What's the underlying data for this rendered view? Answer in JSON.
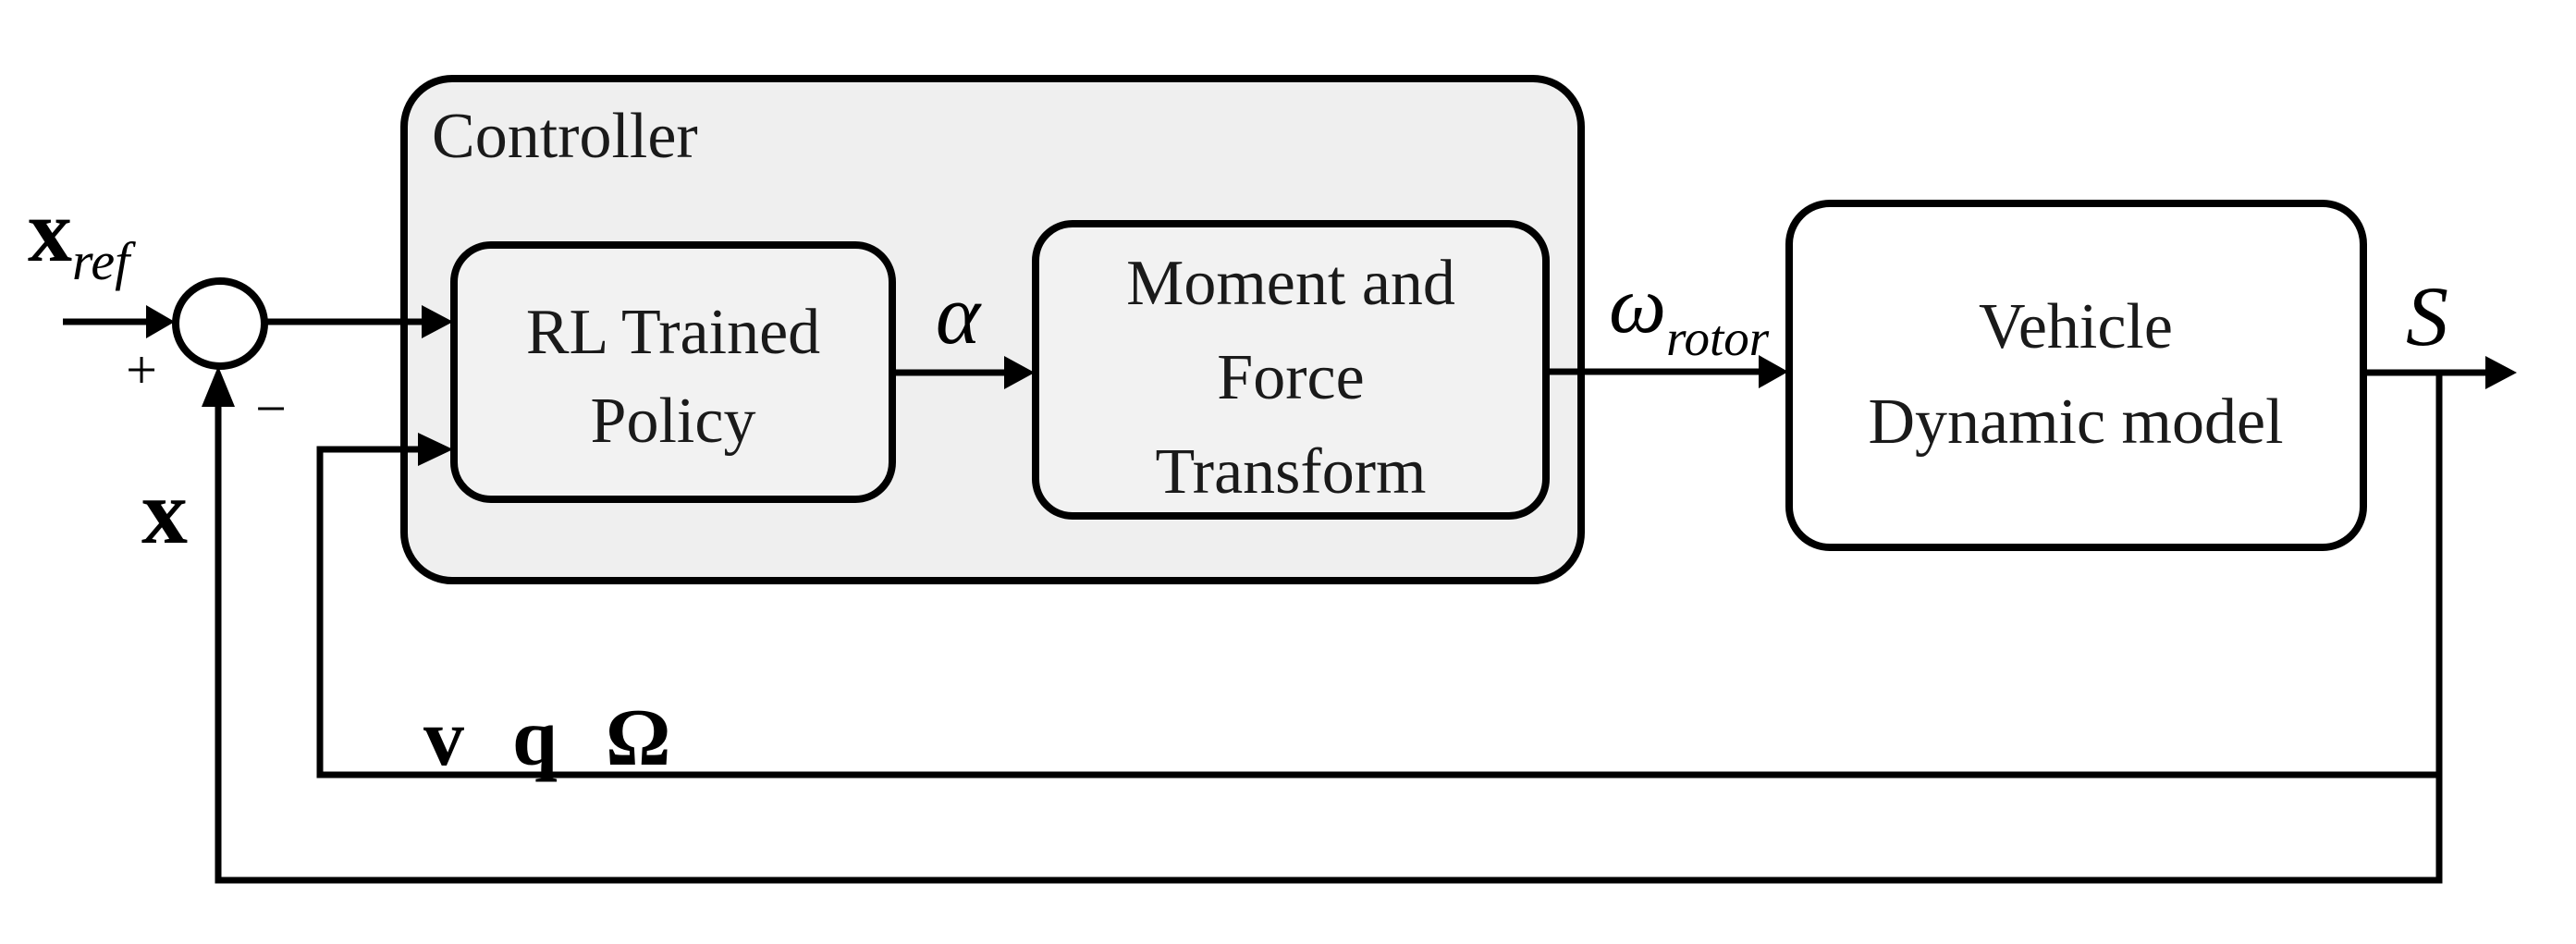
{
  "diagram": {
    "title": "RL control loop block diagram",
    "colors": {
      "background": "#ffffff",
      "line": "#000000",
      "controller_fill": "#efefef",
      "inner_block_fill": "#f2f2f2",
      "plant_fill": "#ffffff"
    },
    "controller": {
      "label": "Controller"
    },
    "blocks": {
      "rl_policy": {
        "line1": "RL Trained",
        "line2": "Policy"
      },
      "moment_force": {
        "line1": "Moment and",
        "line2": "Force",
        "line3": "Transform"
      },
      "vehicle": {
        "line1": "Vehicle",
        "line2": "Dynamic model"
      }
    },
    "signals": {
      "reference_main": "x",
      "reference_sub": "ref",
      "plus_sign": "+",
      "minus_sign": "−",
      "error_state": "x",
      "action": "α",
      "rotor_main": "ω",
      "rotor_sub": "rotor",
      "state_feedback": "v q Ω",
      "output": "S"
    }
  }
}
